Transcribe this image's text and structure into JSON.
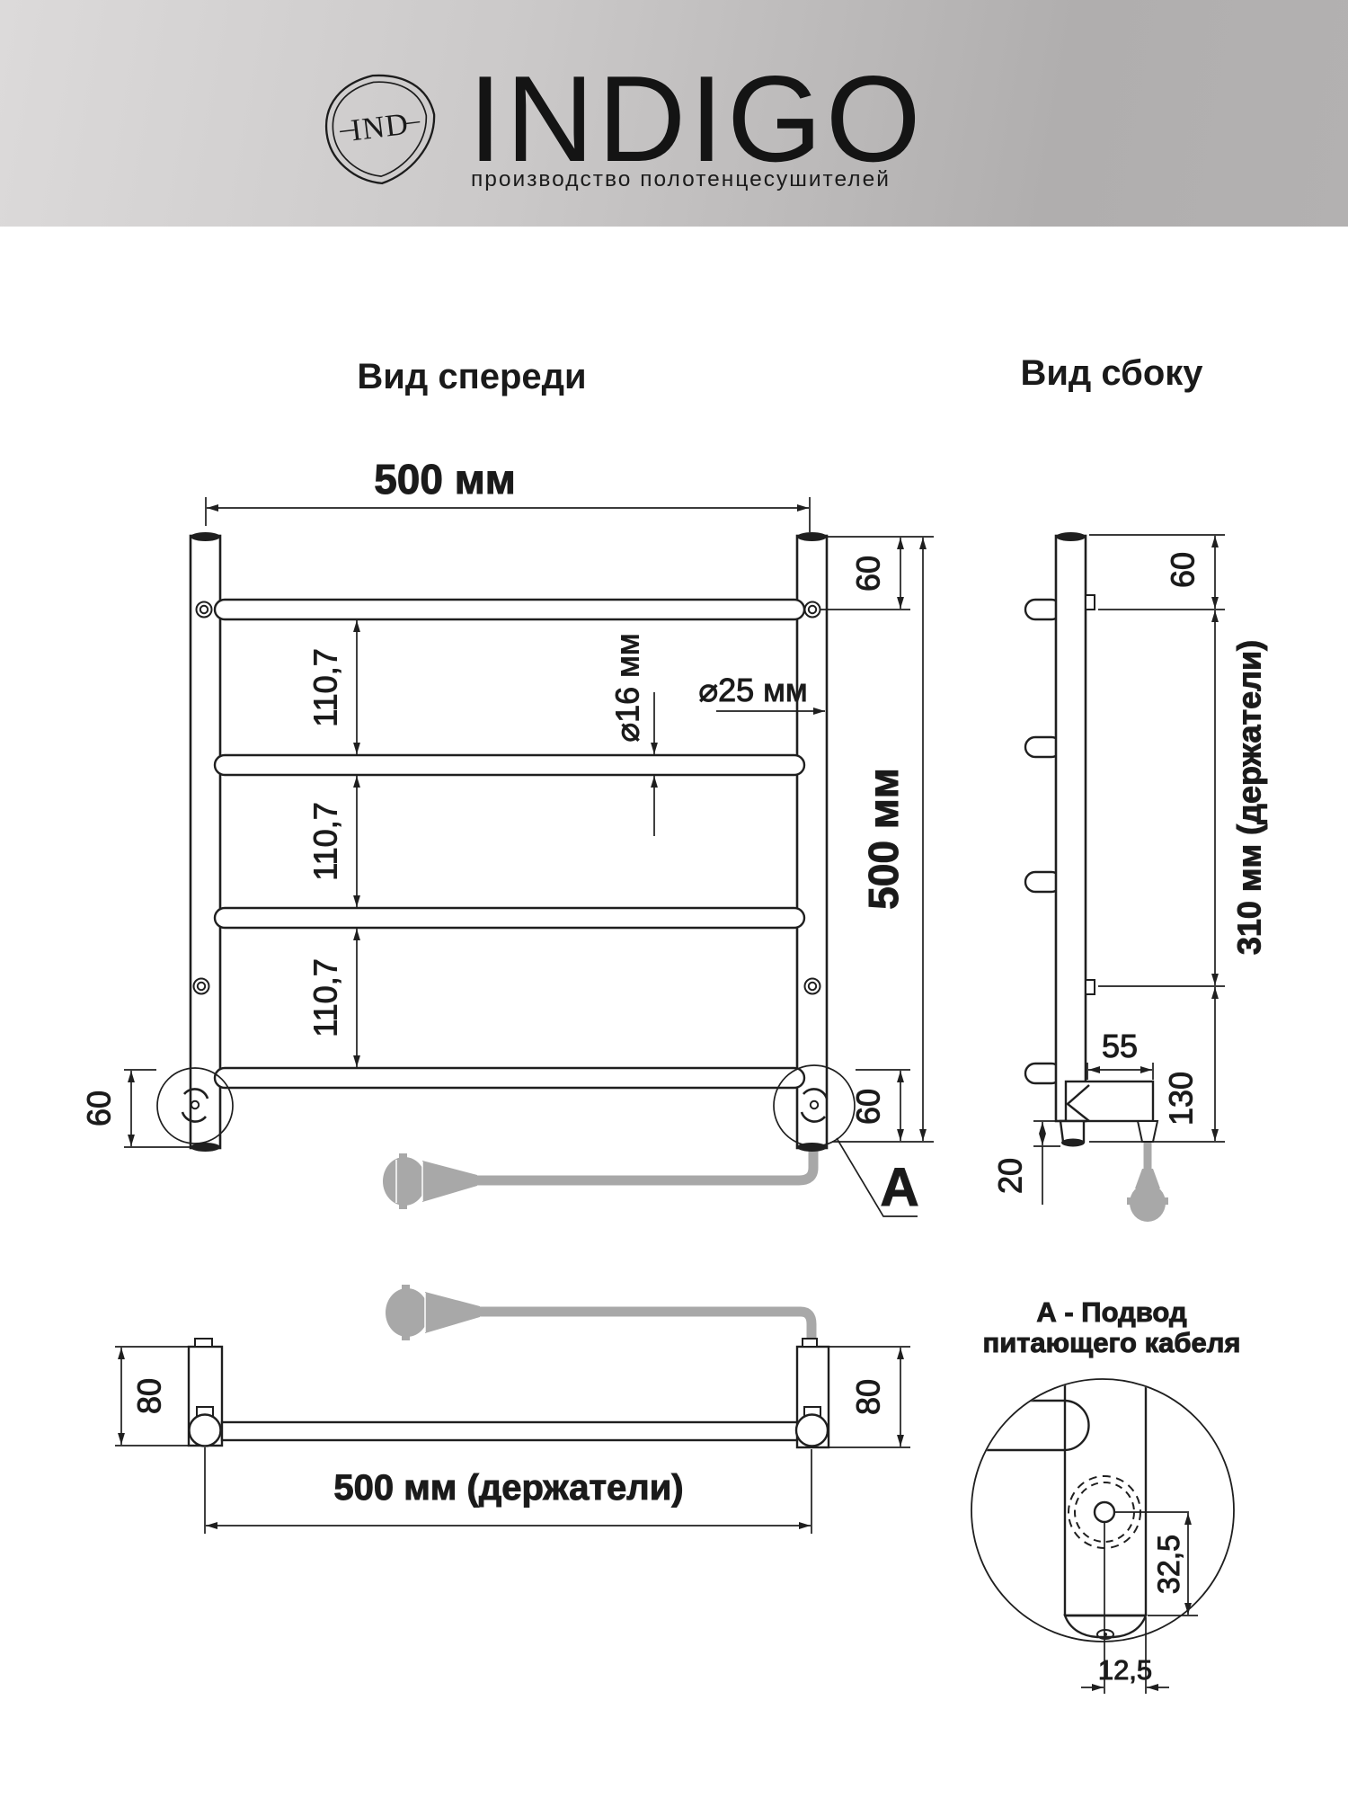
{
  "header": {
    "monogram": "IND",
    "brand": "INDIGO",
    "subtitle": "производство полотенцесушителей"
  },
  "views": {
    "front_title": "Вид спереди",
    "side_title": "Вид сбоку"
  },
  "front": {
    "width": "500 мм",
    "height": "500 мм",
    "offset_top": "60",
    "offset_bottom_left": "60",
    "offset_bottom_right": "60",
    "gaps": [
      "110,7",
      "110,7",
      "110,7"
    ],
    "rail_diameter": "⌀16 мм",
    "post_diameter": "⌀25 мм",
    "marker": "А"
  },
  "side": {
    "offset_top": "60",
    "holders": "310 мм (держатели)",
    "depth": "55",
    "bottom_height": "130",
    "cap_height": "20"
  },
  "bottom": {
    "left_size": "80",
    "right_size": "80",
    "holders_width": "500 мм (держатели)"
  },
  "detail": {
    "title_line1": "А - Подвод",
    "title_line2": "питающего кабеля",
    "dim_vertical": "32,5",
    "dim_horizontal": "12,5"
  },
  "colors": {
    "line": "#1f1f1f",
    "cable": "#a8a8a8",
    "header_left": "#dcdada",
    "header_right": "#b0aeae"
  }
}
